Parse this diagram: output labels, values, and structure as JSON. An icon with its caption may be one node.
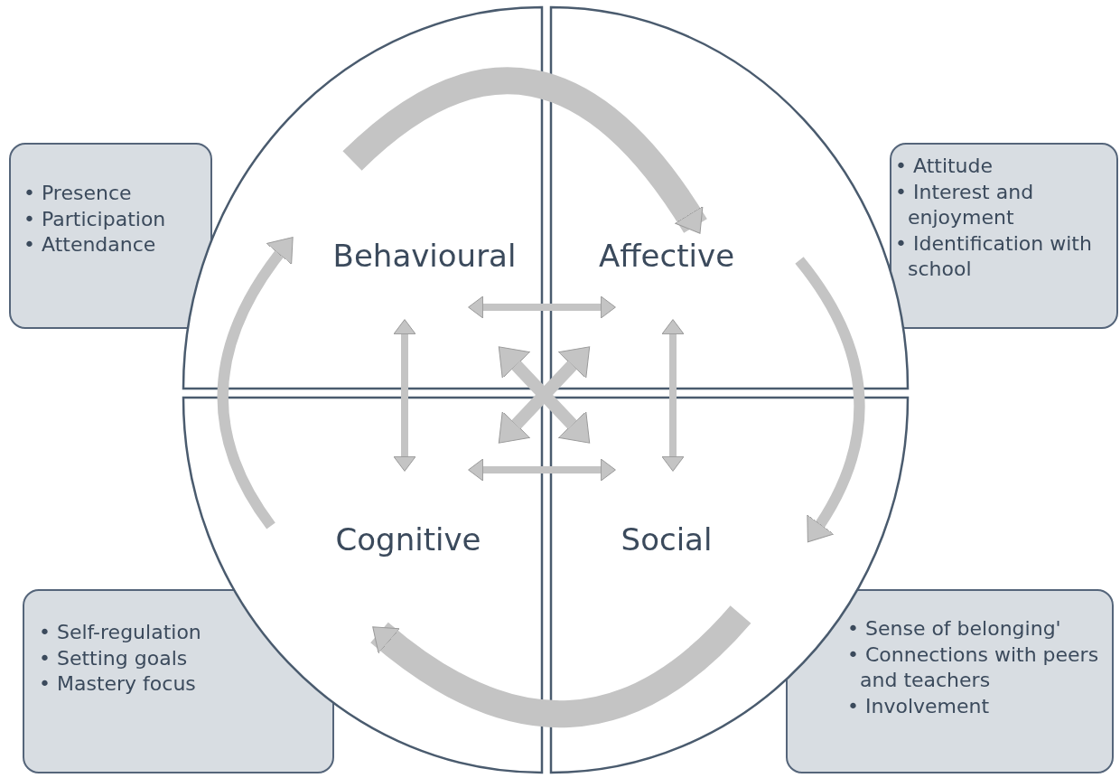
{
  "diagram": {
    "nodes": [
      {
        "text": [
          "Behavioural"
        ]
      },
      {
        "text": [
          "Affective"
        ]
      },
      {
        "text": [
          "Cognitive"
        ]
      },
      {
        "text": [
          "Social"
        ]
      },
      {
        "text": [
          "• Presence",
          "• Participation",
          "• Attendance"
        ]
      },
      {
        "text": [
          "• Attitude",
          "• Interest and enjoyment",
          "• Identification with school"
        ]
      },
      {
        "text": [
          "• Self-regulation",
          "• Setting goals",
          "• Mastery focus"
        ]
      },
      {
        "text": [
          "• Sense of belonging'",
          "• Connections with peers and teachers",
          "• Involvement"
        ]
      }
    ],
    "edges": [
      {
        "from": 0,
        "to": 1,
        "arrow": "to",
        "style": "thick"
      },
      {
        "from": 1,
        "to": 3,
        "arrow": "to"
      },
      {
        "from": 3,
        "to": 2,
        "arrow": "to",
        "style": "thick"
      },
      {
        "from": 2,
        "to": 0,
        "arrow": "to"
      },
      {
        "from": 0,
        "to": 1,
        "arrow": "both"
      },
      {
        "from": 2,
        "to": 3,
        "arrow": "both"
      },
      {
        "from": 0,
        "to": 2,
        "arrow": "both"
      },
      {
        "from": 1,
        "to": 3,
        "arrow": "both"
      },
      {
        "from": 0,
        "to": 3,
        "arrow": "both"
      },
      {
        "from": 1,
        "to": 2,
        "arrow": "both"
      }
    ]
  }
}
